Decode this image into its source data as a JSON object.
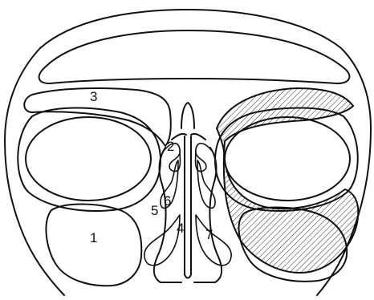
{
  "diagram": {
    "labels": [
      "1",
      "2",
      "3",
      "4",
      "5",
      "6",
      "7"
    ]
  },
  "colors": {
    "ink": "#111111",
    "background": "#ffffff"
  }
}
